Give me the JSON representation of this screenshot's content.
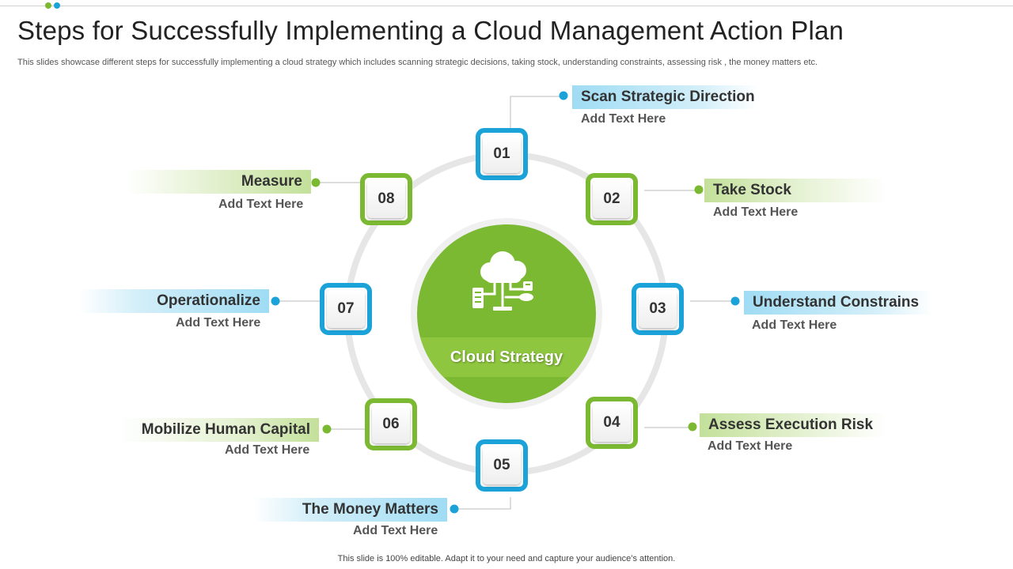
{
  "page": {
    "title": "Steps for Successfully Implementing a Cloud Management Action Plan",
    "subtitle": "This slides showcase different steps for successfully implementing a cloud strategy which includes scanning strategic decisions, taking stock, understanding constraints, assessing risk , the money matters etc.",
    "footer": "This slide is 100% editable. Adapt it to your need and capture your audience’s attention."
  },
  "colors": {
    "green": "#7cb932",
    "blue": "#1ba3d9",
    "ring": "#e6e6e6"
  },
  "center": {
    "label": "Cloud Strategy",
    "icon": "cloud-network-icon"
  },
  "steps": [
    {
      "number": "01",
      "title": "Scan Strategic Direction",
      "text": "Add Text Here"
    },
    {
      "number": "02",
      "title": "Take Stock",
      "text": "Add Text Here"
    },
    {
      "number": "03",
      "title": "Understand Constrains",
      "text": "Add Text Here"
    },
    {
      "number": "04",
      "title": "Assess Execution Risk",
      "text": "Add Text Here"
    },
    {
      "number": "05",
      "title": "The Money Matters",
      "text": "Add Text Here"
    },
    {
      "number": "06",
      "title": "Mobilize Human Capital",
      "text": "Add Text Here"
    },
    {
      "number": "07",
      "title": "Operationalize",
      "text": "Add Text Here"
    },
    {
      "number": "08",
      "title": "Measure",
      "text": "Add Text Here"
    }
  ]
}
